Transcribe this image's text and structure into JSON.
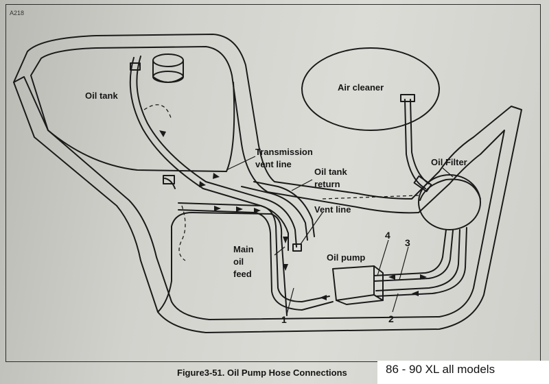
{
  "figure_code": "A218",
  "labels": {
    "oil_tank": "Oil tank",
    "air_cleaner": "Air cleaner",
    "transmission_vent_1": "Transmission",
    "transmission_vent_2": "vent line",
    "oil_tank_return_1": "Oil tank",
    "oil_tank_return_2": "return",
    "oil_filter": "Oil Filter",
    "vent_line": "Vent line",
    "main_oil_feed_1": "Main",
    "main_oil_feed_2": "oil",
    "main_oil_feed_3": "feed",
    "oil_pump": "Oil pump",
    "hose_1": "1",
    "hose_2": "2",
    "hose_3": "3",
    "hose_4": "4"
  },
  "caption": "Figure3-51. Oil Pump Hose Connections",
  "models_note": "86 - 90 XL all models"
}
